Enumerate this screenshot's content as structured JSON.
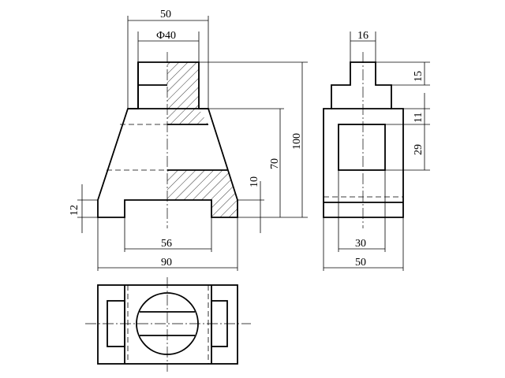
{
  "dimensions": {
    "front_top_width": "50",
    "front_bore_diameter": "Ф40",
    "front_total_height": "100",
    "front_body_height": "70",
    "front_right_step": "10",
    "front_left_base": "12",
    "front_slot_width": "56",
    "front_base_width": "90",
    "side_top_width": "16",
    "side_step_top": "15",
    "side_step_mid": "11",
    "side_window_height": "29",
    "side_window_width": "30",
    "side_base_width": "50"
  }
}
